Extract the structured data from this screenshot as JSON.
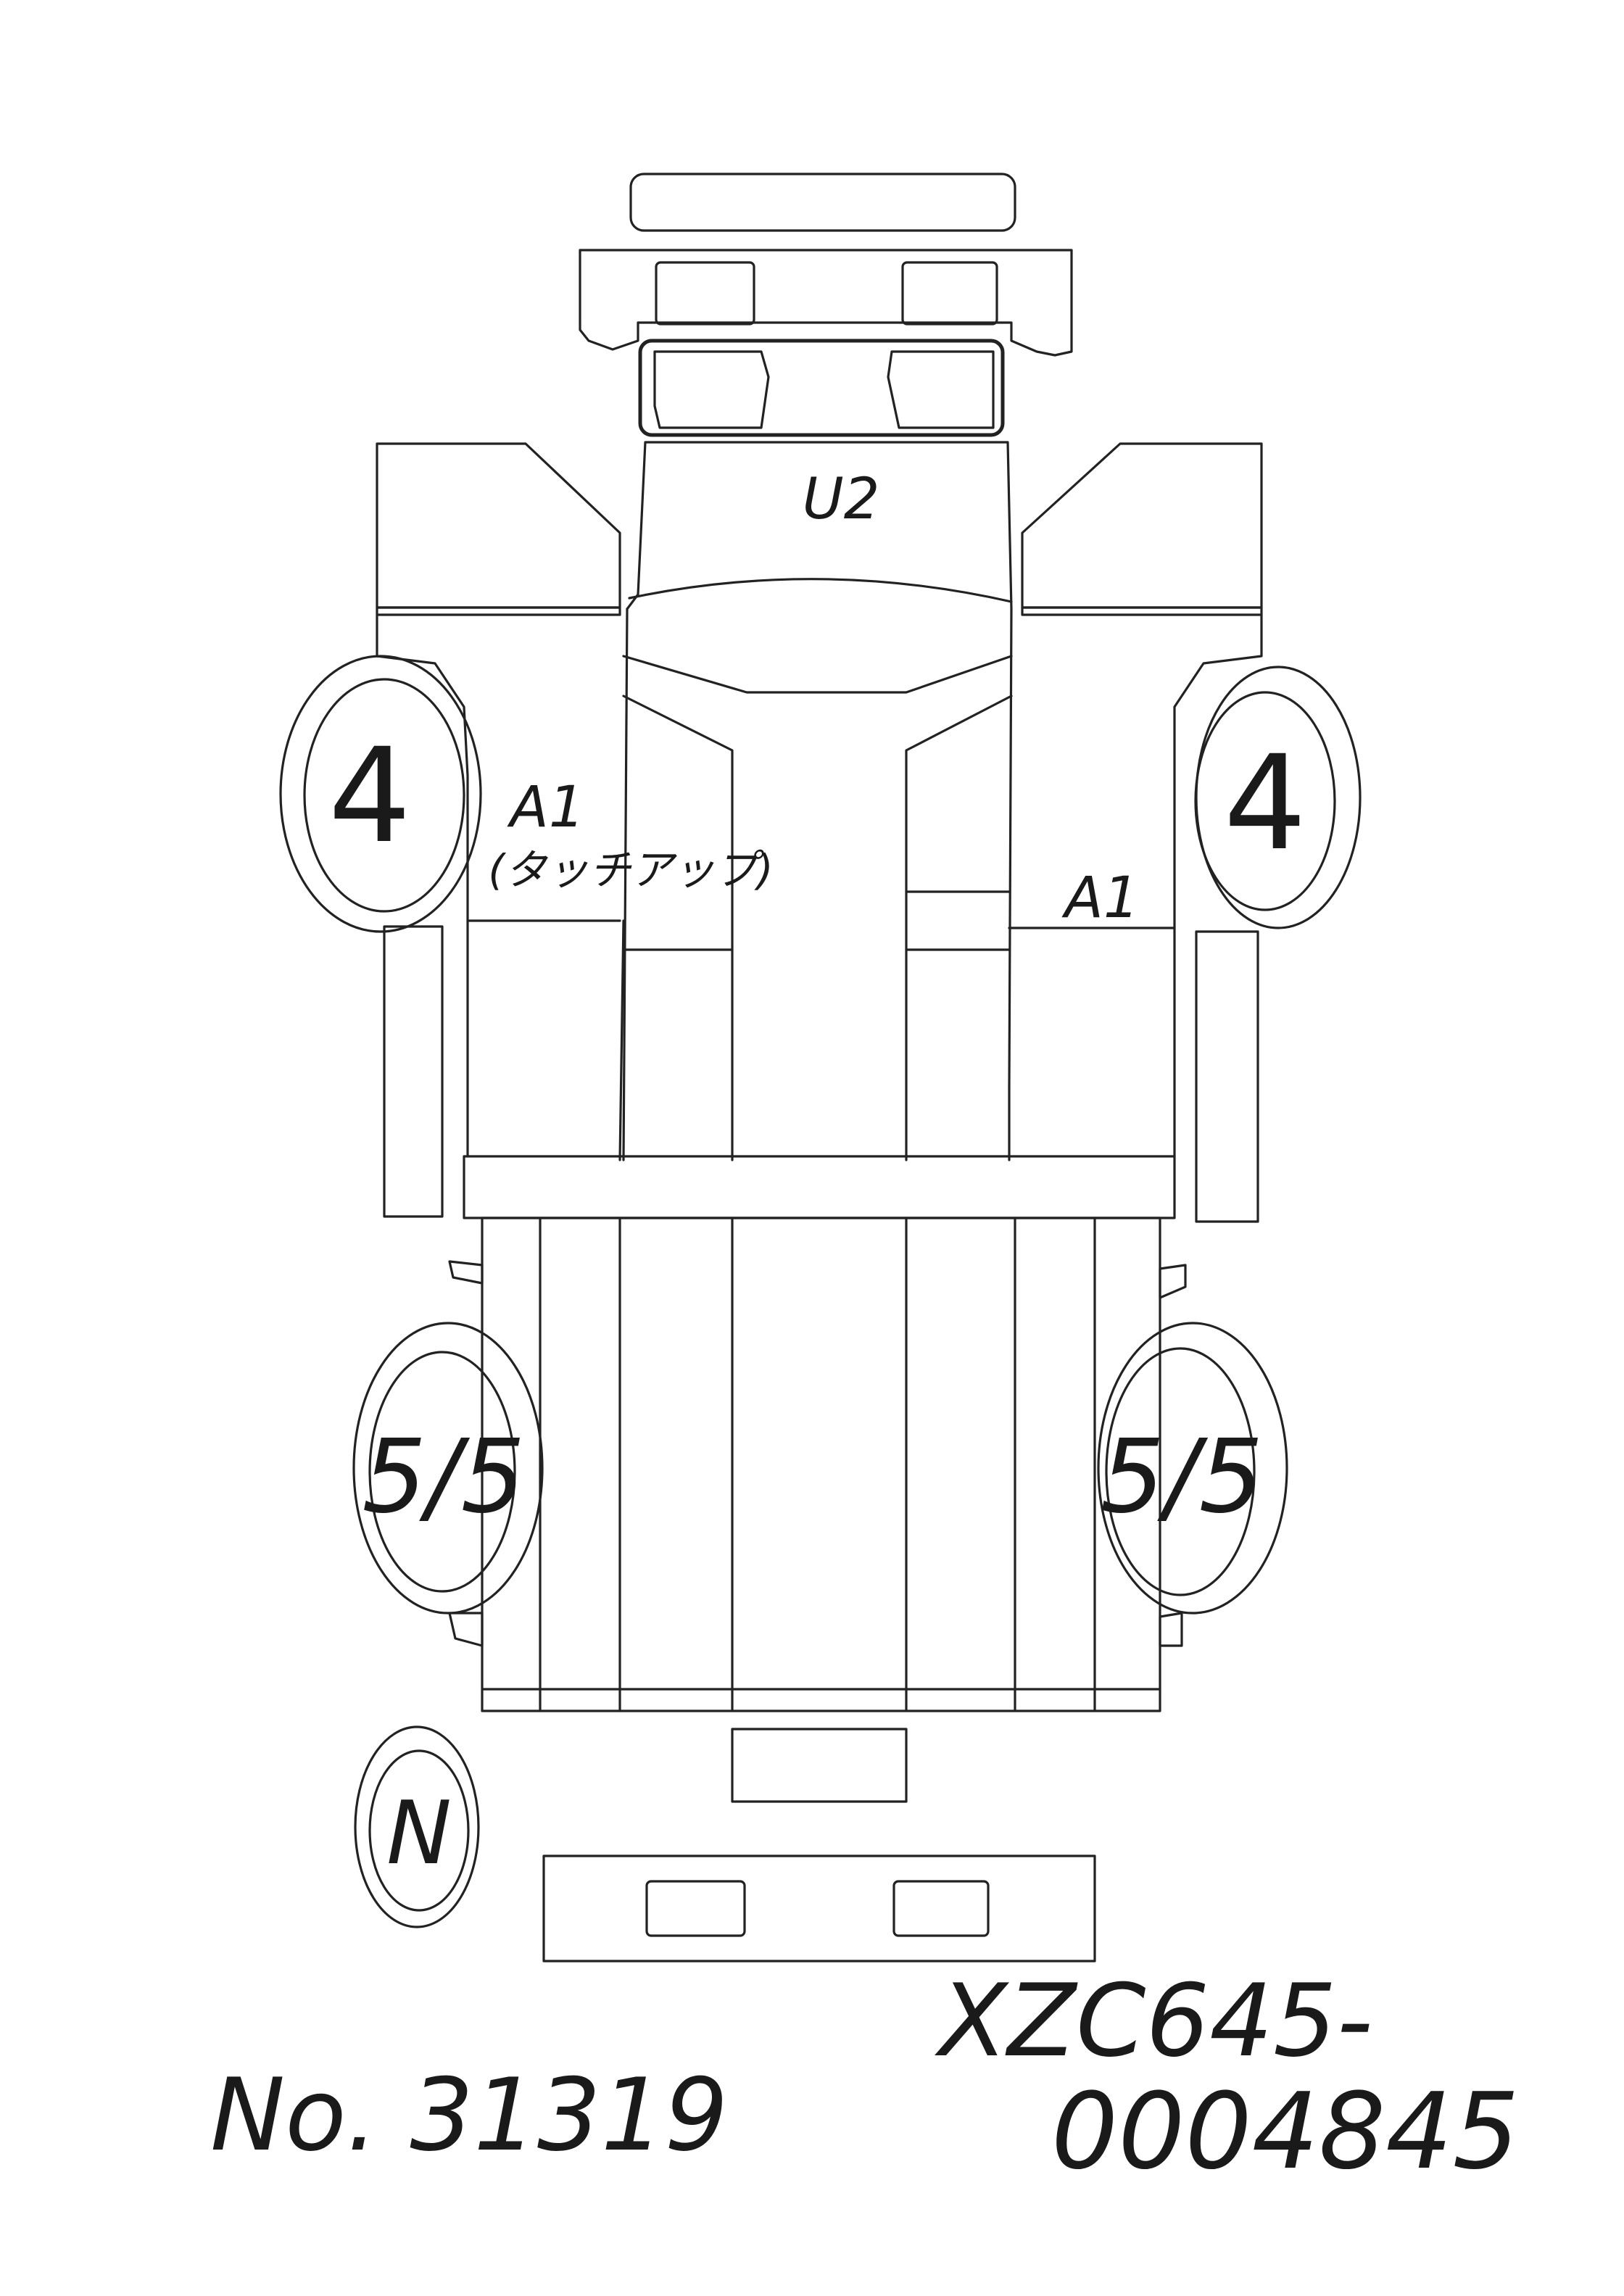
{
  "annotations": {
    "hood": "U2",
    "left_front_door": "A1",
    "left_front_door_note": "(タッチアップ)",
    "right_front_door": "A1"
  },
  "tires": {
    "front_left": "4",
    "front_right": "4",
    "rear_left": "5/5",
    "rear_right": "5/5",
    "spare": "N"
  },
  "footer": {
    "sheet_number": "No. 31319",
    "chassis_model": "XZC645-",
    "chassis_serial": "0004845"
  }
}
